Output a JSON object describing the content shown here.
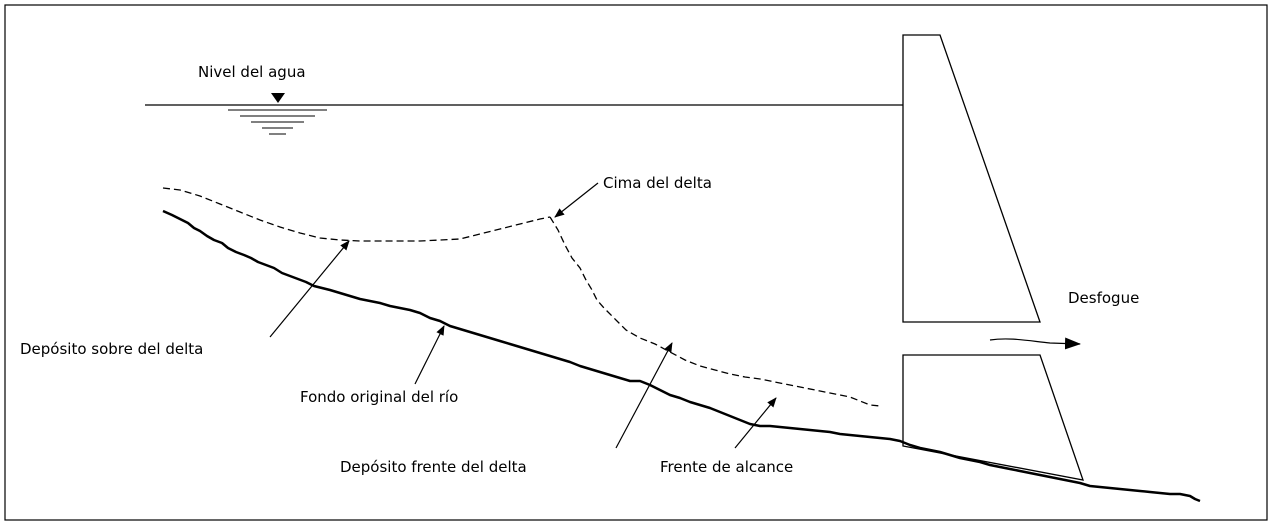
{
  "diagram": {
    "labels": {
      "water_level": "Nivel del agua",
      "delta_top": "Cima del delta",
      "topset_deposit": "Depósito sobre del delta",
      "original_bed": "Fondo original del río",
      "foreset_deposit": "Depósito frente del delta",
      "reach_front": "Frente de alcance",
      "outflow": "Desfogue"
    },
    "colors": {
      "line": "#000000",
      "background": "#ffffff"
    }
  }
}
